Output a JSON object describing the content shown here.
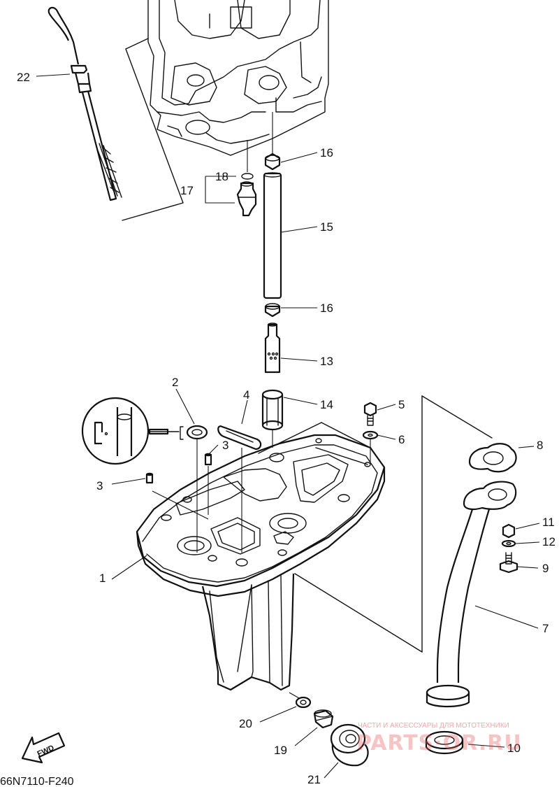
{
  "diagram_code": "66N7110-F240",
  "fwd_label": "FWD",
  "watermark": {
    "tagline": "ЧАСТИ И АКСЕССУАРЫ ДЛЯ МОТОТЕХНИКИ",
    "brand": "PARTS·OR.RU"
  },
  "parts": {
    "p1": "1",
    "p2": "2",
    "p3a": "3",
    "p3b": "3",
    "p4": "4",
    "p5": "5",
    "p6": "6",
    "p7": "7",
    "p8": "8",
    "p9": "9",
    "p10": "10",
    "p11": "11",
    "p12": "12",
    "p13": "13",
    "p14": "14",
    "p15": "15",
    "p16a": "16",
    "p16b": "16",
    "p17": "17",
    "p18": "18",
    "p19": "19",
    "p20": "20",
    "p21": "21",
    "p22": "22"
  }
}
